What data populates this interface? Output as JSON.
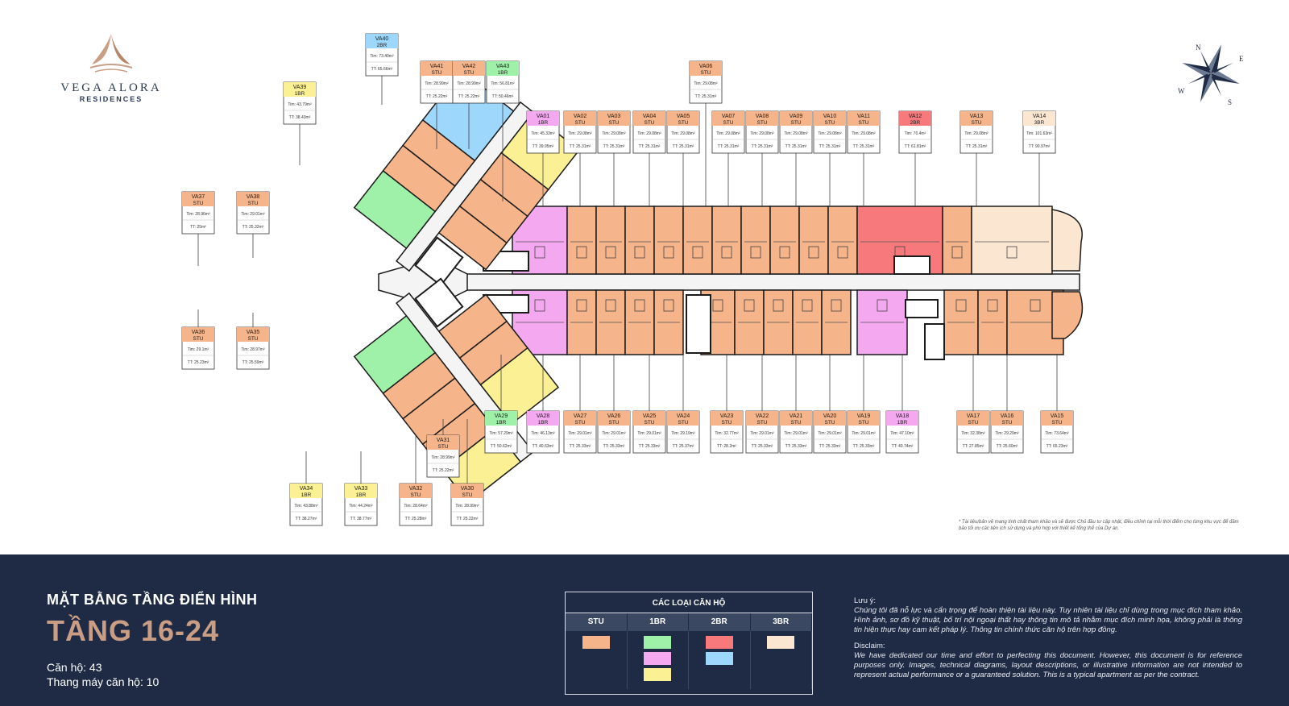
{
  "brand": {
    "name": "VEGA ALORA",
    "sub": "RESIDENCES"
  },
  "colors": {
    "STU": "#f5b48a",
    "1BR_green": "#9ff0a8",
    "1BR_pink": "#f4a8f0",
    "1BR_yellow": "#fbf094",
    "2BR_red": "#f7797c",
    "2BR_blue": "#9dd7fb",
    "3BR": "#fbe6d2",
    "corridor": "#ffffff",
    "wall": "#1b1b1b",
    "footer_bg": "#1f2b44",
    "accent": "#c99e84"
  },
  "compass": {
    "letters": "N E S W",
    "icon": "compass-rose-icon"
  },
  "units": [
    {
      "id": "VA40",
      "type": "2BR",
      "tim": "Tim: 73.40m²",
      "tt": "TT: 65.66m²",
      "color": "2BR_blue"
    },
    {
      "id": "VA41",
      "type": "STU",
      "tim": "Tim: 28.99m²",
      "tt": "TT: 25.22m²",
      "color": "STU"
    },
    {
      "id": "VA42",
      "type": "STU",
      "tim": "Tim: 28.99m²",
      "tt": "TT: 25.22m²",
      "color": "STU"
    },
    {
      "id": "VA43",
      "type": "1BR",
      "tim": "Tim: 56.81m²",
      "tt": "TT: 50.46m²",
      "color": "1BR_green"
    },
    {
      "id": "VA06",
      "type": "STU",
      "tim": "Tim: 29.08m²",
      "tt": "TT: 25.31m²",
      "color": "STU"
    },
    {
      "id": "VA39",
      "type": "1BR",
      "tim": "Tim: 43.79m²",
      "tt": "TT: 38.43m²",
      "color": "1BR_yellow"
    },
    {
      "id": "VA01",
      "type": "1BR",
      "tim": "Tim: 45.33m²",
      "tt": "TT: 39.95m²",
      "color": "1BR_pink"
    },
    {
      "id": "VA02",
      "type": "STU",
      "tim": "Tim: 29.08m²",
      "tt": "TT: 25.31m²",
      "color": "STU"
    },
    {
      "id": "VA03",
      "type": "STU",
      "tim": "Tim: 29.08m²",
      "tt": "TT: 25.31m²",
      "color": "STU"
    },
    {
      "id": "VA04",
      "type": "STU",
      "tim": "Tim: 29.08m²",
      "tt": "TT: 25.31m²",
      "color": "STU"
    },
    {
      "id": "VA05",
      "type": "STU",
      "tim": "Tim: 29.08m²",
      "tt": "TT: 25.31m²",
      "color": "STU"
    },
    {
      "id": "VA07",
      "type": "STU",
      "tim": "Tim: 29.08m²",
      "tt": "TT: 25.31m²",
      "color": "STU"
    },
    {
      "id": "VA08",
      "type": "STU",
      "tim": "Tim: 29.08m²",
      "tt": "TT: 25.31m²",
      "color": "STU"
    },
    {
      "id": "VA09",
      "type": "STU",
      "tim": "Tim: 29.08m²",
      "tt": "TT: 25.31m²",
      "color": "STU"
    },
    {
      "id": "VA10",
      "type": "STU",
      "tim": "Tim: 29.08m²",
      "tt": "TT: 25.31m²",
      "color": "STU"
    },
    {
      "id": "VA11",
      "type": "STU",
      "tim": "Tim: 29.08m²",
      "tt": "TT: 25.31m²",
      "color": "STU"
    },
    {
      "id": "VA12",
      "type": "2BR",
      "tim": "Tim: 70.4m²",
      "tt": "TT: 61.81m²",
      "color": "2BR_red"
    },
    {
      "id": "VA13",
      "type": "STU",
      "tim": "Tim: 29.08m²",
      "tt": "TT: 25.31m²",
      "color": "STU"
    },
    {
      "id": "VA14",
      "type": "3BR",
      "tim": "Tim: 101.63m²",
      "tt": "TT: 90.97m²",
      "color": "3BR"
    },
    {
      "id": "VA37",
      "type": "STU",
      "tim": "Tim: 28.96m²",
      "tt": "TT: 25m²",
      "color": "STU"
    },
    {
      "id": "VA38",
      "type": "STU",
      "tim": "Tim: 29.01m²",
      "tt": "TT: 25.32m²",
      "color": "STU"
    },
    {
      "id": "VA36",
      "type": "STU",
      "tim": "Tim: 29.1m²",
      "tt": "TT: 25.23m²",
      "color": "STU"
    },
    {
      "id": "VA35",
      "type": "STU",
      "tim": "Tim: 28.97m²",
      "tt": "TT: 25.59m²",
      "color": "STU"
    },
    {
      "id": "VA29",
      "type": "1BR",
      "tim": "Tim: 57.29m²",
      "tt": "TT: 50.62m²",
      "color": "1BR_green"
    },
    {
      "id": "VA28",
      "type": "1BR",
      "tim": "Tim: 46.13m²",
      "tt": "TT: 40.63m²",
      "color": "1BR_pink"
    },
    {
      "id": "VA27",
      "type": "STU",
      "tim": "Tim: 29.01m²",
      "tt": "TT: 25.33m²",
      "color": "STU"
    },
    {
      "id": "VA26",
      "type": "STU",
      "tim": "Tim: 29.01m²",
      "tt": "TT: 25.33m²",
      "color": "STU"
    },
    {
      "id": "VA25",
      "type": "STU",
      "tim": "Tim: 29.01m²",
      "tt": "TT: 25.33m²",
      "color": "STU"
    },
    {
      "id": "VA24",
      "type": "STU",
      "tim": "Tim: 29.19m²",
      "tt": "TT: 25.37m²",
      "color": "STU"
    },
    {
      "id": "VA23",
      "type": "STU",
      "tim": "Tim: 32.77m²",
      "tt": "TT: 28.2m²",
      "color": "STU"
    },
    {
      "id": "VA22",
      "type": "STU",
      "tim": "Tim: 29.01m²",
      "tt": "TT: 25.33m²",
      "color": "STU"
    },
    {
      "id": "VA21",
      "type": "STU",
      "tim": "Tim: 29.01m²",
      "tt": "TT: 25.33m²",
      "color": "STU"
    },
    {
      "id": "VA20",
      "type": "STU",
      "tim": "Tim: 29.01m²",
      "tt": "TT: 25.33m²",
      "color": "STU"
    },
    {
      "id": "VA19",
      "type": "STU",
      "tim": "Tim: 29.01m²",
      "tt": "TT: 25.33m²",
      "color": "STU"
    },
    {
      "id": "VA18",
      "type": "1BR",
      "tim": "Tim: 47.10m²",
      "tt": "TT: 40.74m²",
      "color": "1BR_pink"
    },
    {
      "id": "VA17",
      "type": "STU",
      "tim": "Tim: 32.38m²",
      "tt": "TT: 27.85m²",
      "color": "STU"
    },
    {
      "id": "VA16",
      "type": "STU",
      "tim": "Tim: 29.29m²",
      "tt": "TT: 25.60m²",
      "color": "STU"
    },
    {
      "id": "VA15",
      "type": "STU",
      "tim": "Tim: 73.64m²",
      "tt": "TT: 65.23m²",
      "color": "STU"
    },
    {
      "id": "VA31",
      "type": "STU",
      "tim": "Tim: 28.99m²",
      "tt": "TT: 25.22m²",
      "color": "STU"
    },
    {
      "id": "VA34",
      "type": "1BR",
      "tim": "Tim: 43.88m²",
      "tt": "TT: 38.27m²",
      "color": "1BR_yellow"
    },
    {
      "id": "VA33",
      "type": "1BR",
      "tim": "Tim: 44.24m²",
      "tt": "TT: 38.77m²",
      "color": "1BR_yellow"
    },
    {
      "id": "VA32",
      "type": "STU",
      "tim": "Tim: 28.64m²",
      "tt": "TT: 25.28m²",
      "color": "STU"
    },
    {
      "id": "VA30",
      "type": "STU",
      "tim": "Tim: 28.99m²",
      "tt": "TT: 25.22m²",
      "color": "STU"
    }
  ],
  "note_top": "* Tài liệu/bản vẽ mang tính chất tham khảo và sẽ được Chủ đầu tư cập nhật, điều chỉnh tại mỗi thời điểm cho từng khu vực để đảm bảo tối ưu các tiện ích sử dụng và phù hợp với thiết kế tổng thể của Dự án.",
  "footer": {
    "title": "MẶT BẰNG TẦNG ĐIỂN HÌNH",
    "floor": "TẦNG 16-24",
    "units_label": "Căn hộ: 43",
    "elevator_label": "Thang máy căn hộ: 10"
  },
  "legend": {
    "title": "CÁC LOẠI CĂN HỘ",
    "cols": [
      {
        "label": "STU",
        "swatches": [
          "STU"
        ]
      },
      {
        "label": "1BR",
        "swatches": [
          "1BR_green",
          "1BR_pink",
          "1BR_yellow"
        ]
      },
      {
        "label": "2BR",
        "swatches": [
          "2BR_red",
          "2BR_blue"
        ]
      },
      {
        "label": "3BR",
        "swatches": [
          "3BR"
        ]
      }
    ]
  },
  "notes": {
    "vi_label": "Lưu ý:",
    "vi_text": "Chúng tôi đã nỗ lực và cẩn trọng để hoàn thiện tài liệu này. Tuy nhiên tài liệu chỉ dùng trong mục đích tham khảo. Hình ảnh, sơ đồ kỹ thuật, bố trí nội ngoại thất hay thông tin mô tả nhằm mục đích minh họa, không phải là thông tin hiện thực hay cam kết pháp lý. Thông tin chính thức căn hộ trên hợp đồng.",
    "en_label": "Disclaim:",
    "en_text": "We have dedicated our time and effort to perfecting this document. However, this document is for reference purposes only. Images, technical diagrams, layout descriptions, or illustrative information are not intended to represent actual performance or a guaranteed solution. This is a typical apartment as per the contract."
  }
}
